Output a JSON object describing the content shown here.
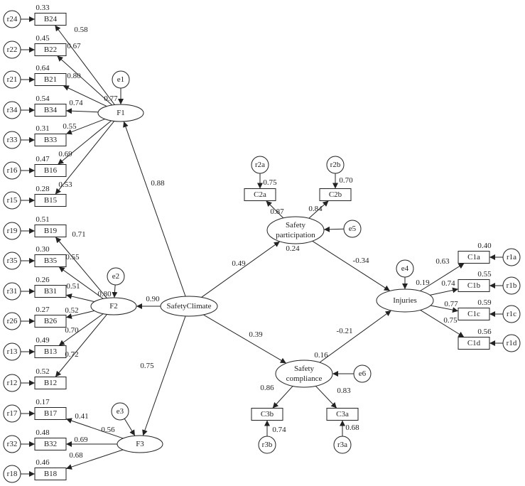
{
  "latent": {
    "safety_climate": "SafetyClimate",
    "f1": "F1",
    "f2": "F2",
    "f3": "F3",
    "safety_participation": [
      "Safety",
      "participation"
    ],
    "safety_compliance": [
      "Safety",
      "compliance"
    ],
    "injuries": "Injuries"
  },
  "errors": {
    "e1": "e1",
    "e2": "e2",
    "e3": "e3",
    "e4": "e4",
    "e5": "e5",
    "e6": "e6"
  },
  "f1_indicators": [
    {
      "item": "B24",
      "residual": "r24",
      "loading": "0.58",
      "r2": "0.33"
    },
    {
      "item": "B22",
      "residual": "r22",
      "loading": "0.67",
      "r2": "0.45"
    },
    {
      "item": "B21",
      "residual": "r21",
      "loading": "0.80",
      "r2": "0.64"
    },
    {
      "item": "B34",
      "residual": "r34",
      "loading": "0.74",
      "r2": "0.54"
    },
    {
      "item": "B33",
      "residual": "r33",
      "loading": "0.55",
      "r2": "0.31"
    },
    {
      "item": "B16",
      "residual": "r16",
      "loading": "0.69",
      "r2": "0.47"
    },
    {
      "item": "B15",
      "residual": "r15",
      "loading": "0.53",
      "r2": "0.28"
    }
  ],
  "f2_indicators": [
    {
      "item": "B19",
      "residual": "r19",
      "loading": "0.71",
      "r2": "0.51"
    },
    {
      "item": "B35",
      "residual": "r35",
      "loading": "0.55",
      "r2": "0.30"
    },
    {
      "item": "B31",
      "residual": "r31",
      "loading": "0.51",
      "r2": "0.26"
    },
    {
      "item": "B26",
      "residual": "r26",
      "loading": "0.52",
      "r2": "0.27"
    },
    {
      "item": "B13",
      "residual": "r13",
      "loading": "0.70",
      "r2": "0.49"
    },
    {
      "item": "B12",
      "residual": "r12",
      "loading": "0.72",
      "r2": "0.52"
    }
  ],
  "f3_indicators": [
    {
      "item": "B17",
      "residual": "r17",
      "loading": "0.41",
      "r2": "0.17"
    },
    {
      "item": "B32",
      "residual": "r32",
      "loading": "0.69",
      "r2": "0.48"
    },
    {
      "item": "B18",
      "residual": "r18",
      "loading": "0.68",
      "r2": "0.46"
    }
  ],
  "participation_indicators": [
    {
      "item": "C2a",
      "residual": "r2a",
      "loading": "0.87",
      "r2": "0.75"
    },
    {
      "item": "C2b",
      "residual": "r2b",
      "loading": "0.84",
      "r2": "0.70"
    }
  ],
  "compliance_indicators": [
    {
      "item": "C3b",
      "residual": "r3b",
      "loading": "0.86",
      "r2": "0.74"
    },
    {
      "item": "C3a",
      "residual": "r3a",
      "loading": "0.83",
      "r2": "0.68"
    }
  ],
  "injury_indicators": [
    {
      "item": "C1a",
      "residual": "r1a",
      "loading": "0.63",
      "r2": "0.40"
    },
    {
      "item": "C1b",
      "residual": "r1b",
      "loading": "0.74",
      "r2": "0.55"
    },
    {
      "item": "C1c",
      "residual": "r1c",
      "loading": "0.77",
      "r2": "0.59"
    },
    {
      "item": "C1d",
      "residual": "r1d",
      "loading": "0.75",
      "r2": "0.56"
    }
  ],
  "r2_latent": {
    "f1": "0.77",
    "f2": "0.80",
    "f3": "0.56",
    "participation": "0.24",
    "compliance": "0.16",
    "injuries": "0.19"
  },
  "paths": {
    "climate_f1": "0.88",
    "climate_f2": "0.90",
    "climate_f3": "0.75",
    "climate_participation": "0.49",
    "climate_compliance": "0.39",
    "participation_injuries": "-0.34",
    "compliance_injuries": "-0.21"
  }
}
